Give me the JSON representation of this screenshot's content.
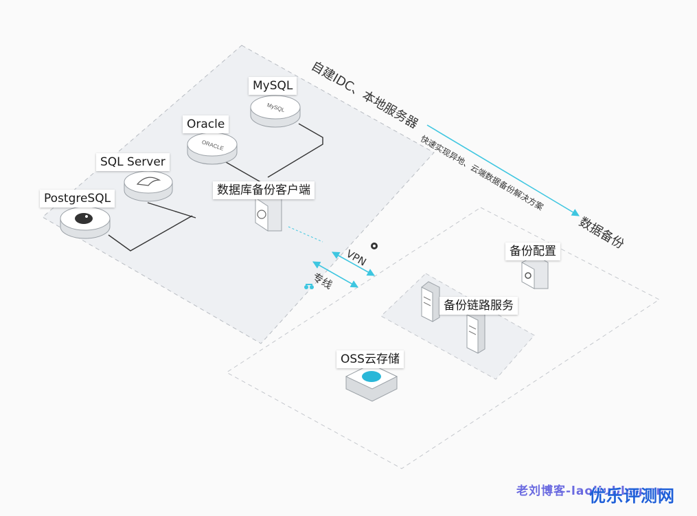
{
  "labels": {
    "mysql": "MySQL",
    "oracle": "Oracle",
    "sqlserver": "SQL Server",
    "postgresql": "PostgreSQL",
    "client": "数据库备份客户端",
    "idc": "自建IDC、本地服务器",
    "solution": "快速实现异地、云端数据备份解决方案",
    "backup": "数据备份",
    "vpn": "VPN",
    "line": "专线",
    "config": "备份配置",
    "link": "备份链路服务",
    "oss": "OSS云存储"
  },
  "logos": {
    "mysql": "MySQL",
    "oracle": "ORACLE"
  },
  "watermark": {
    "left": "老刘博客-laoliublog.cn",
    "right": "优乐评测网"
  },
  "colors": {
    "accent": "#3ec6e0",
    "zone_fill": "#eef0f3",
    "zone_border": "#b8bcc2",
    "connector": "#333333"
  }
}
